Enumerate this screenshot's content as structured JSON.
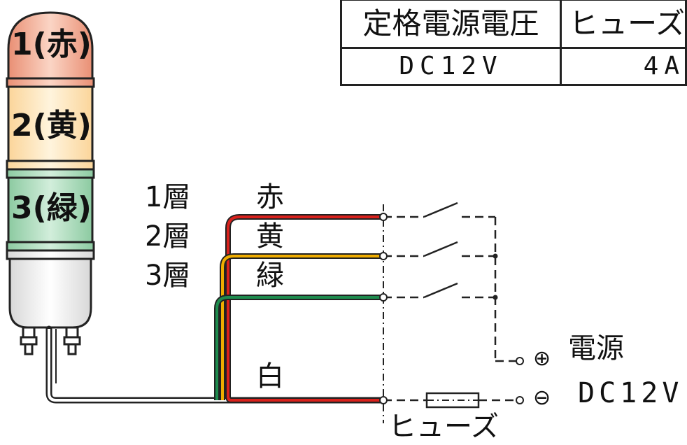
{
  "table": {
    "header_voltage": "定格電源電圧",
    "header_fuse": "ヒューズ",
    "value_voltage": "DC12V",
    "value_fuse": "4A"
  },
  "lamp": {
    "tier1": "1(赤)",
    "tier2": "2(黄)",
    "tier3": "3(緑)",
    "colors": {
      "red": "#f3b39c",
      "yellow": "#ffe4b0",
      "green": "#a7d8b4"
    }
  },
  "wiring": {
    "layers": [
      "1層",
      "2層",
      "3層"
    ],
    "wires": [
      "赤",
      "黄",
      "緑",
      "白"
    ],
    "wire_colors": {
      "red": "#d9211c",
      "yellow": "#f0ad00",
      "green": "#1e8c4e",
      "white": "#ffffff"
    }
  },
  "power": {
    "label": "電源",
    "voltage": "DC12V",
    "plus": "⊕",
    "minus": "⊖"
  },
  "fuse_label": "ヒューズ"
}
